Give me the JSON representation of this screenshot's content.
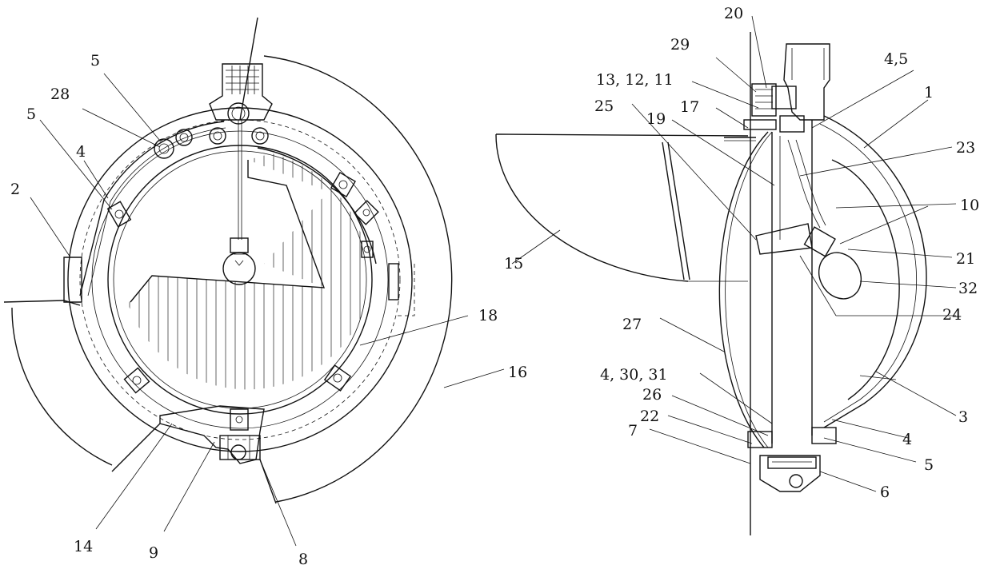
{
  "figure": {
    "left_view": {
      "labels": [
        "5",
        "28",
        "5",
        "4",
        "2",
        "18",
        "16",
        "14",
        "9",
        "8"
      ]
    },
    "right_view": {
      "labels": [
        "20",
        "29",
        "4,5",
        "13, 12, 11",
        "1",
        "17",
        "25",
        "19",
        "23",
        "10",
        "15",
        "21",
        "32",
        "27",
        "24",
        "4, 30, 31",
        "26",
        "22",
        "3",
        "4",
        "7",
        "5",
        "6"
      ]
    }
  }
}
